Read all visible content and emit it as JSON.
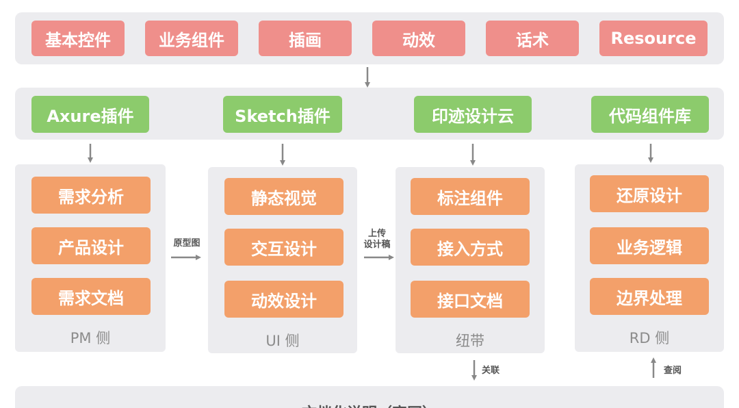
{
  "colors": {
    "band_bg": "#ececef",
    "resource_pill": "#ef8f8b",
    "tool_pill": "#8ccb6c",
    "task_pill": "#f3a06a",
    "arrow": "#888888"
  },
  "resources": [
    "基本控件",
    "业务组件",
    "插画",
    "动效",
    "话术",
    "Resource"
  ],
  "tools": [
    "Axure插件",
    "Sketch插件",
    "印迹设计云",
    "代码组件库"
  ],
  "panels": [
    {
      "label": "PM 侧",
      "items": [
        "需求分析",
        "产品设计",
        "需求文档"
      ]
    },
    {
      "label": "UI 侧",
      "items": [
        "静态视觉",
        "交互设计",
        "动效设计"
      ]
    },
    {
      "label": "纽带",
      "items": [
        "标注组件",
        "接入方式",
        "接口文档"
      ]
    },
    {
      "label": "RD 侧",
      "items": [
        "还原设计",
        "业务逻辑",
        "边界处理"
      ]
    }
  ],
  "connectors": {
    "pm_to_ui": "原型图",
    "ui_to_hub_line1": "上传",
    "ui_to_hub_line2": "设计稿",
    "hub_down": "关联",
    "rd_up": "查阅"
  },
  "bottom": {
    "title": "文档化说明（官网）"
  }
}
